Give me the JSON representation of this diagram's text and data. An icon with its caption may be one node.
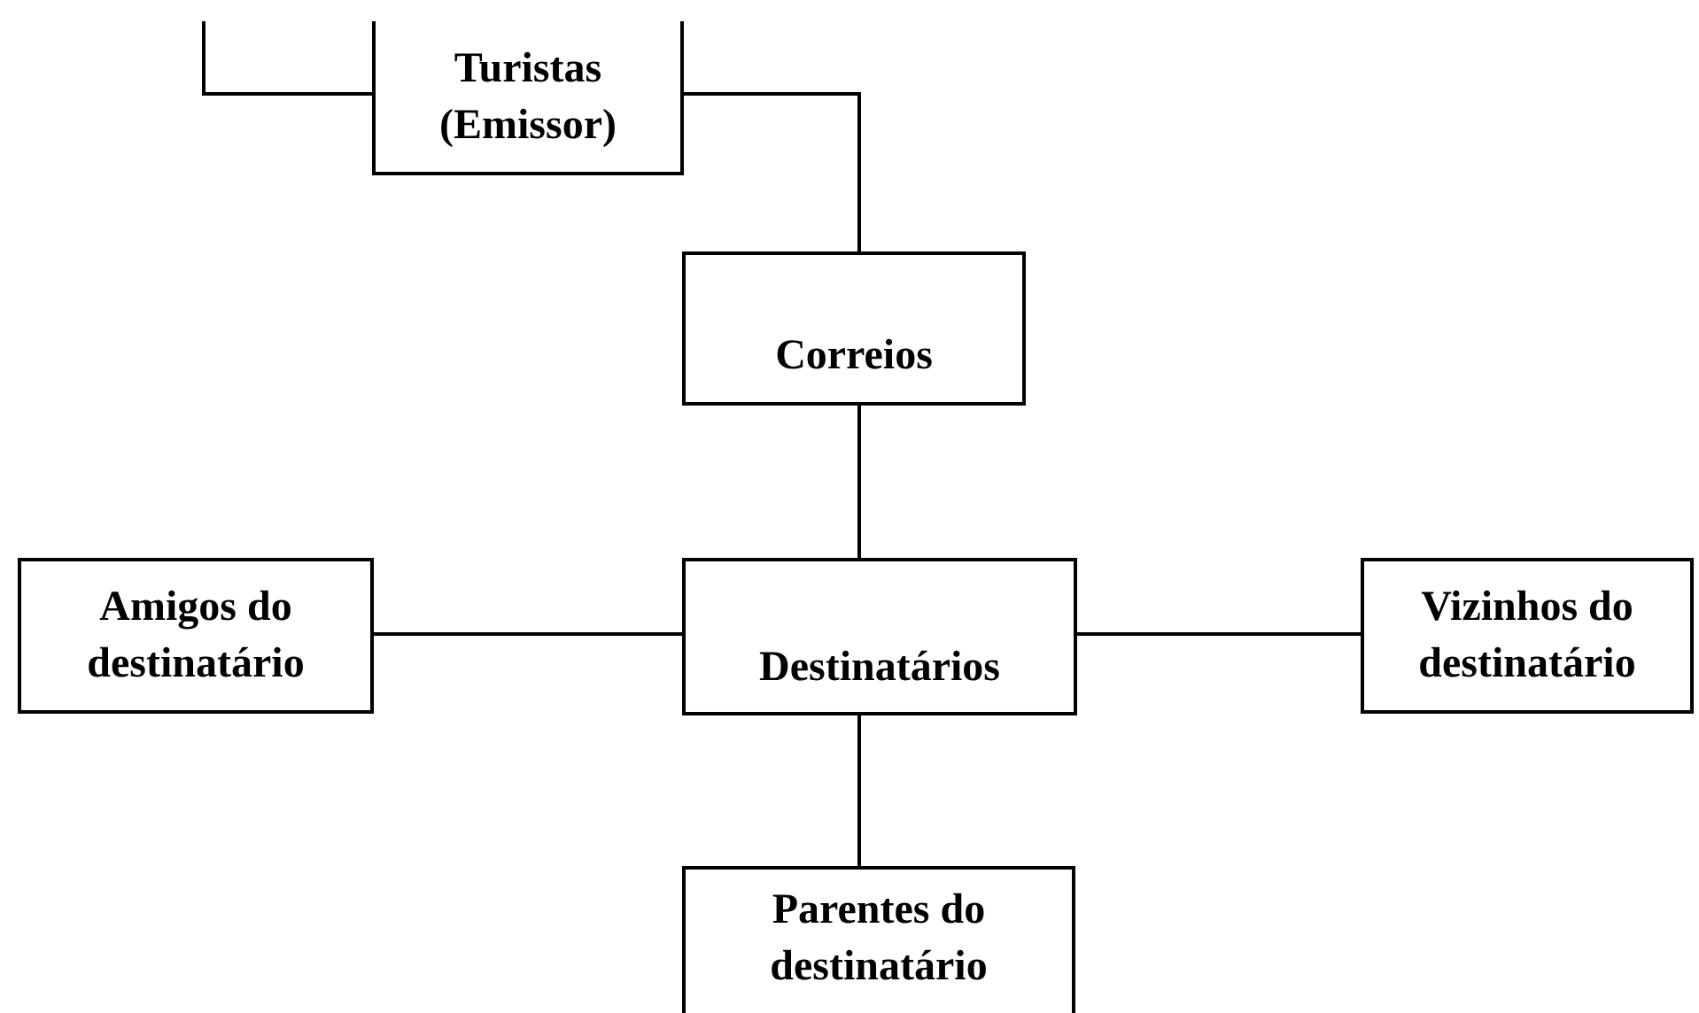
{
  "diagram": {
    "nodes": [
      {
        "text": [
          "Turistas (Emissor)"
        ]
      },
      {
        "text": [
          "Correios"
        ]
      },
      {
        "text": [
          "Amigos do destinatário"
        ]
      },
      {
        "text": [
          "Destinatários"
        ]
      },
      {
        "text": [
          "Vizinhos do destinatário"
        ]
      },
      {
        "text": [
          "Parentes do destinatário"
        ]
      }
    ],
    "edges": [
      {
        "from": null,
        "to": 0,
        "arrow": "none"
      },
      {
        "from": 0,
        "to": 1,
        "arrow": "none"
      },
      {
        "from": 1,
        "to": 3,
        "arrow": "none"
      },
      {
        "from": 3,
        "to": 2,
        "arrow": "none"
      },
      {
        "from": 3,
        "to": 4,
        "arrow": "none"
      },
      {
        "from": 3,
        "to": 5,
        "arrow": "none"
      }
    ]
  }
}
